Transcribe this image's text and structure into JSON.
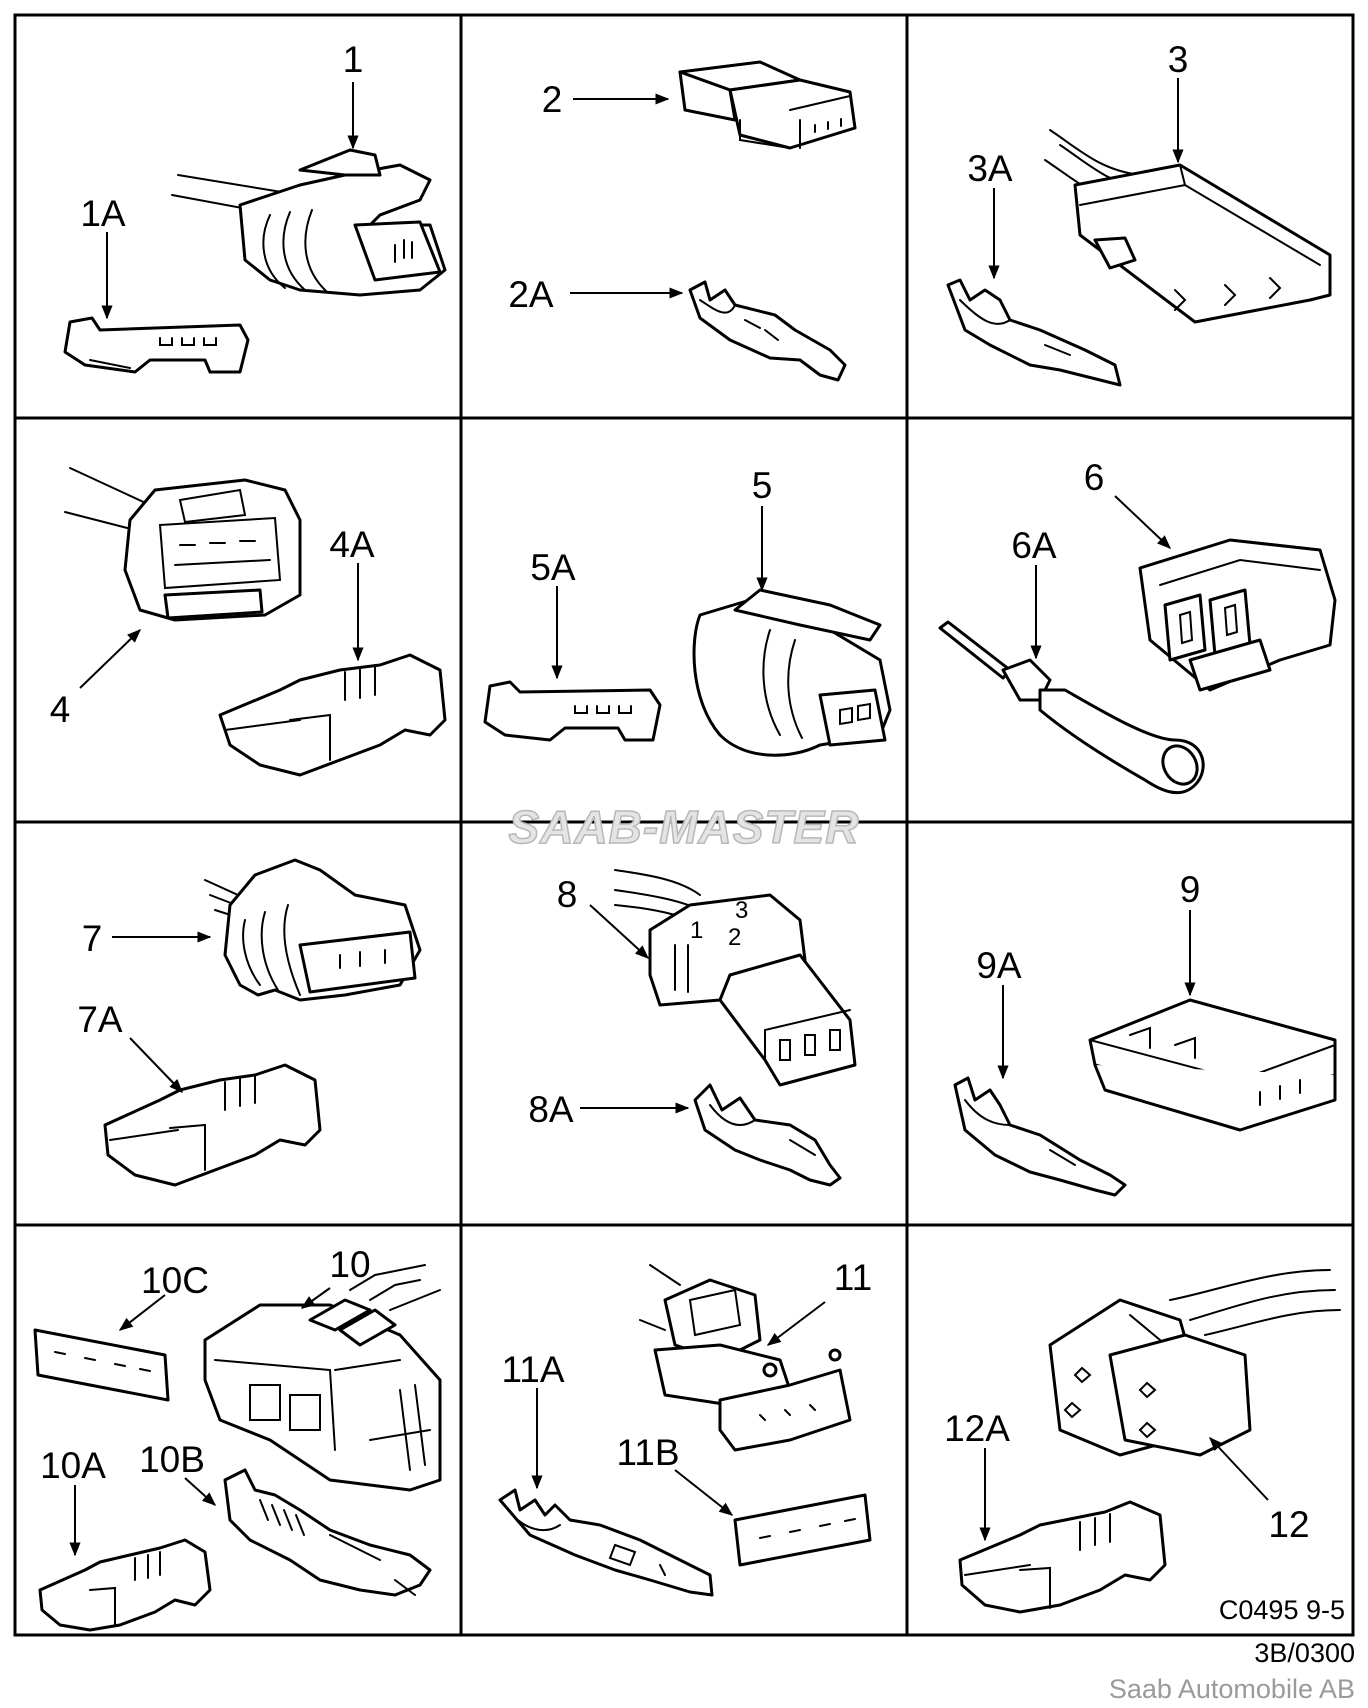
{
  "labels": {
    "l1": "1",
    "l1a": "1A",
    "l2": "2",
    "l2a": "2A",
    "l3": "3",
    "l3a": "3A",
    "l4": "4",
    "l4a": "4A",
    "l5": "5",
    "l5a": "5A",
    "l6": "6",
    "l6a": "6A",
    "l7": "7",
    "l7a": "7A",
    "l8": "8",
    "l8a": "8A",
    "l9": "9",
    "l9a": "9A",
    "l10": "10",
    "l10a": "10A",
    "l10b": "10B",
    "l10c": "10C",
    "l11": "11",
    "l11a": "11A",
    "l11b": "11B",
    "l12": "12",
    "l12a": "12A"
  },
  "connector_markings": {
    "pin1": "1",
    "pin2": "2",
    "pin3": "3"
  },
  "watermark": "SAAB-MASTER",
  "footer": {
    "code": "C0495 9-5",
    "ref": "3B/0300",
    "company": "Saab Automobile AB"
  }
}
